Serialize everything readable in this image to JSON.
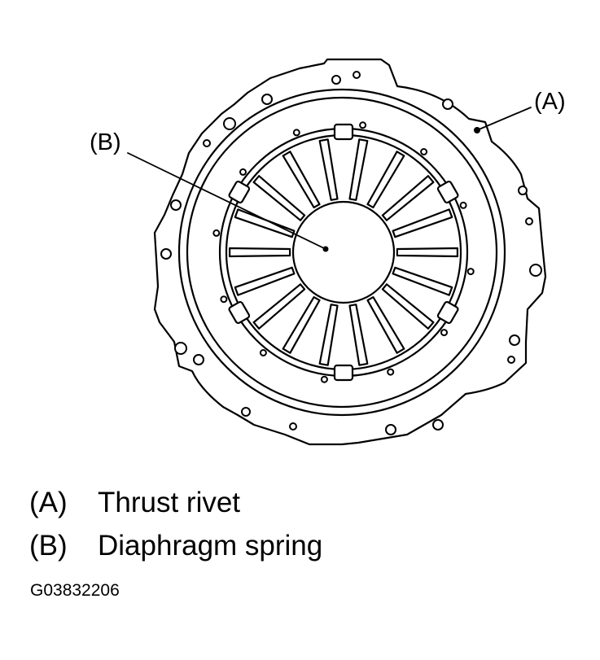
{
  "diagram": {
    "callout_a": "(A)",
    "callout_b": "(B)"
  },
  "legend": [
    {
      "key": "(A)",
      "text": "Thrust rivet"
    },
    {
      "key": "(B)",
      "text": "Diaphragm spring"
    }
  ],
  "figure_code": "G03832206"
}
